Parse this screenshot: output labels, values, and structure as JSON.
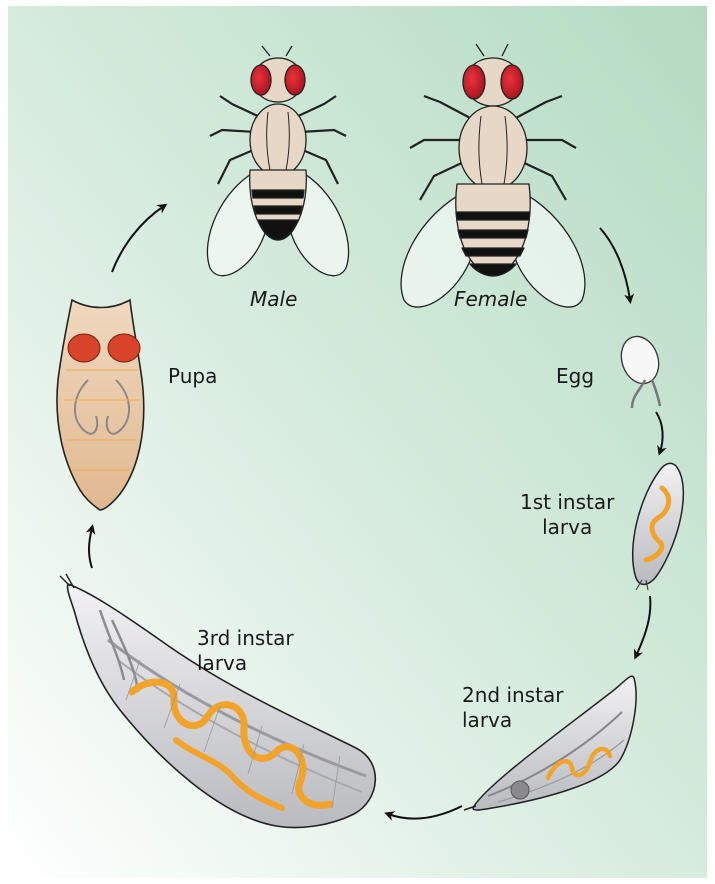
{
  "labels": {
    "male": "Male",
    "female": "Female",
    "egg": "Egg",
    "first_instar": [
      "1st instar",
      "larva"
    ],
    "second_instar": [
      "2nd instar",
      "larva"
    ],
    "third_instar": [
      "3rd instar",
      "larva"
    ],
    "pupa": "Pupa"
  },
  "colors": {
    "background_light": "#ffffff",
    "background_dark": "#b7dcc4",
    "body_tan": "#e6d7c6",
    "eye_red": "#cc1f2b",
    "stripe_black": "#111111",
    "larva_gray": "#c9c9cc",
    "gut_orange": "#f2a32a",
    "pupa_tan": "#e8c7a3",
    "pupa_eye": "#d8442a"
  },
  "icons": [
    "male-fly-icon",
    "female-fly-icon",
    "egg-icon",
    "first-instar-larva-icon",
    "second-instar-larva-icon",
    "third-instar-larva-icon",
    "pupa-icon",
    "cycle-arrow-icon"
  ]
}
